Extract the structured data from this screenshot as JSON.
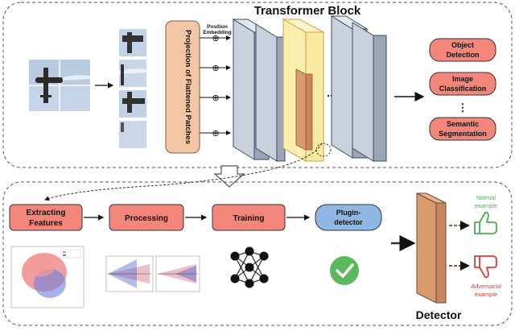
{
  "top": {
    "title": "Transformer Block",
    "projection_label": "Projection of Flattened Patches",
    "position_embedding": [
      "Position",
      "Embedding"
    ],
    "plus_symbol": "⊕",
    "ellipsis": "...",
    "vertical_ellipsis": "⋮",
    "tasks": [
      {
        "lines": [
          "Object",
          "Detection"
        ]
      },
      {
        "lines": [
          "Image",
          "Classification"
        ]
      },
      {
        "lines": [
          "Semantic",
          "Segmentation"
        ]
      }
    ]
  },
  "bottom": {
    "steps": [
      {
        "lines": [
          "Extracting",
          "Features"
        ]
      },
      {
        "lines": [
          "Processing"
        ]
      },
      {
        "lines": [
          "Training"
        ]
      },
      {
        "lines": [
          "Plugin-",
          "detector"
        ]
      }
    ],
    "detector_title": "Detector",
    "normal_label": [
      "Normal",
      "example"
    ],
    "adversarial_label": [
      "Adversarial",
      "example"
    ]
  },
  "colors": {
    "step_fill": "#f4857b",
    "plugin_fill": "#8fb7e3",
    "detector_fill": "#c9865e",
    "projection_fill": "#f5c6a5",
    "block_fill": "#9aa6b8",
    "highlight_fill": "#fae9a0",
    "normal_color": "#4caf50",
    "adversarial_color": "#e53935"
  }
}
